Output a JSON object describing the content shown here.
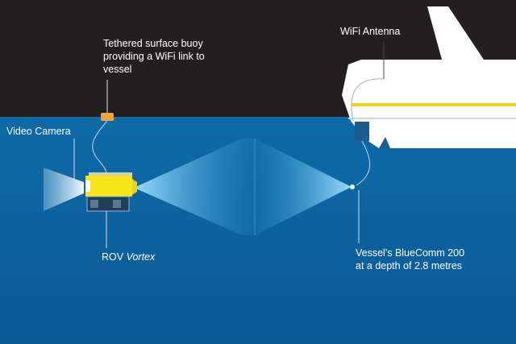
{
  "labels": {
    "buoy_line1": "Tethered surface buoy",
    "buoy_line2": "providing a WiFi link to",
    "buoy_line3": "vessel",
    "wifi_antenna": "WiFi Antenna",
    "video_camera": "Video Camera",
    "rov_prefix": "ROV",
    "rov_name": "Vortex",
    "bluecomm_line1": "Vessel's BlueComm 200",
    "bluecomm_line2": "at a depth of 2.8 metres"
  },
  "colors": {
    "sky": "#231f20",
    "sea": "#0b5f9a",
    "hull": "#ffffff",
    "stripe": "#f2d21b",
    "rov_yellow": "#f5e51a",
    "buoy": "#f2a33a",
    "beam": "#7fd3f5"
  }
}
